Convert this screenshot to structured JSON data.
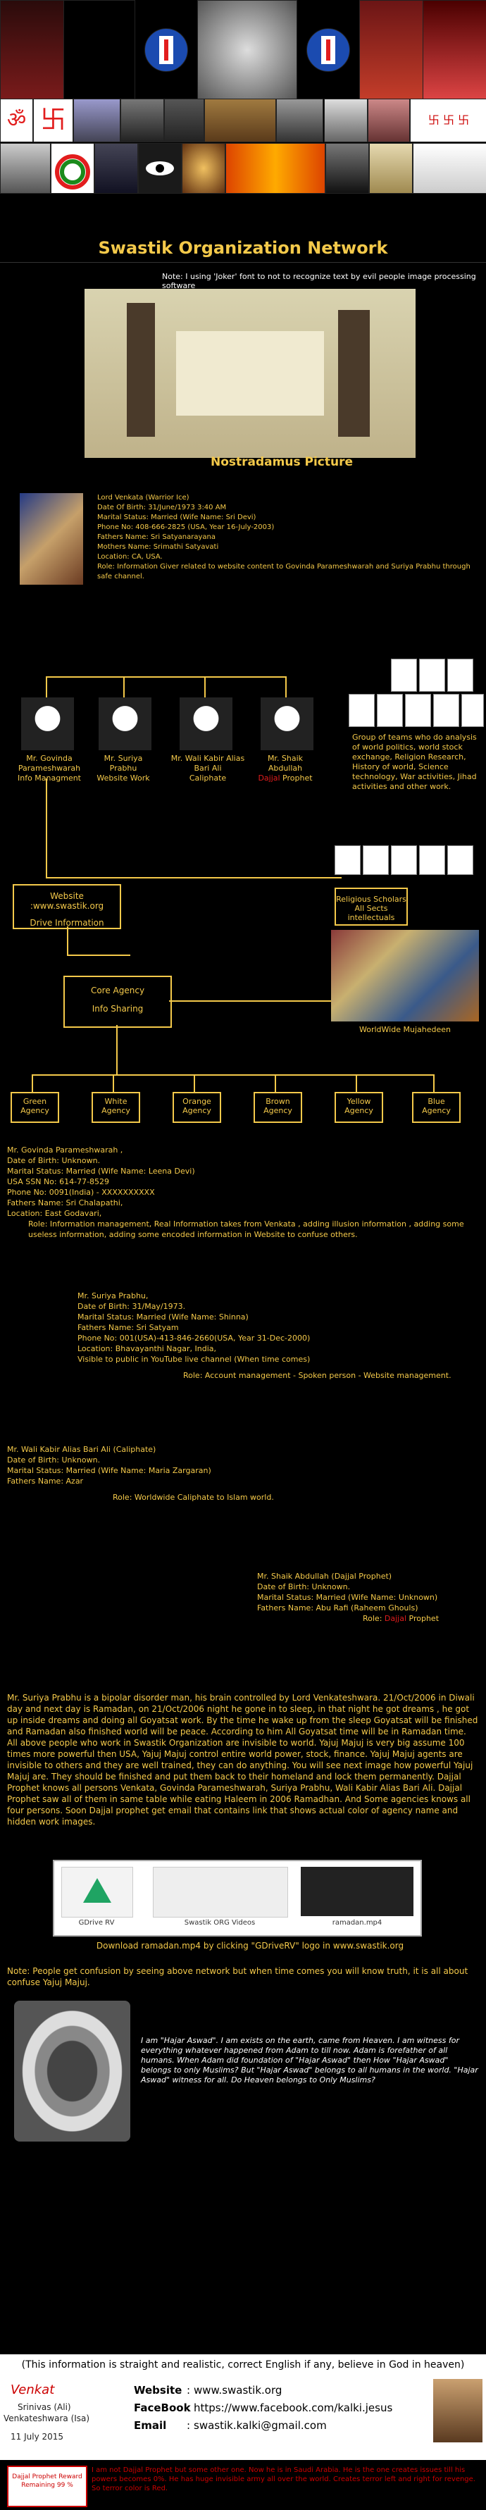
{
  "title": "Swastik Organization Network",
  "note_top": "Note: I using 'Joker' font to not to recognize text by evil people image processing software",
  "nostradamus_title": "Nostradamus  Picture",
  "lord": {
    "lines": [
      "Lord Venkata (Warrior Ice)",
      "Date Of Birth: 31/June/1973 3:40 AM",
      "Marital Status: Married (Wife Name: Sri Devi)",
      "Phone No: 408-666-2825 (USA, Year 16-July-2003)",
      "Fathers Name: Sri Satyanarayana",
      "Mothers Name: Srimathi Satyavati",
      "Location: CA, USA.",
      "Role: Information Giver related to website content to Govinda Parameshwarah and Suriya Prabhu through safe channel."
    ]
  },
  "team": [
    {
      "name": "Mr. Govinda Parameshwarah",
      "role": "Info Managment"
    },
    {
      "name": "Mr. Suriya Prabhu",
      "role": "Website Work"
    },
    {
      "name": "Mr. Wali Kabir Alias Bari Ali",
      "role": "Caliphate"
    },
    {
      "name": "Mr. Shaik Abdullah",
      "role_prefix": "",
      "role_red": "Dajjal",
      "role_suffix": " Prophet"
    }
  ],
  "group_text": "Group of teams who do analysis of world politics, world stock exchange, Religion Research, History of world, Science technology, War activities, Jihad activities and other work.",
  "website_box": {
    "line1": "Website :www.swastik.org",
    "line2": "Drive Information"
  },
  "religious_box": "Religious Scholars  All Sects intellectuals",
  "core_box": {
    "line1": "Core Agency",
    "line2": "Info Sharing"
  },
  "mujahedeen_label": "WorldWide Mujahedeen",
  "agencies": [
    {
      "line1": "Green",
      "line2": "Agency"
    },
    {
      "line1": "White",
      "line2": "Agency"
    },
    {
      "line1": "Orange",
      "line2": "Agency"
    },
    {
      "line1": "Brown",
      "line2": "Agency"
    },
    {
      "line1": "Yellow",
      "line2": "Agency"
    },
    {
      "line1": "Blue",
      "line2": "Agency"
    }
  ],
  "govinda": {
    "lines": [
      "Mr. Govinda Parameshwarah ,",
      "Date of Birth: Unknown.",
      "Marital Status: Married (Wife Name: Leena Devi)",
      "USA SSN No: 614-77-8529",
      "Phone No: 0091(India) -  XXXXXXXXXX",
      "Fathers Name: Sri Chalapathi,",
      "Location: East Godavari,"
    ],
    "role": "Role: Information management, Real Information takes from Venkata , adding illusion information , adding some useless information, adding some encoded  information in Website to confuse others."
  },
  "suriya": {
    "lines": [
      "Mr. Suriya Prabhu,",
      "Date of Birth: 31/May/1973.",
      "Marital Status: Married (Wife Name: Shinna)",
      "Fathers Name: Sri Satyam",
      "Phone No: 001(USA)-413-846-2660(USA, Year 31-Dec-2000)",
      "Location: Bhavayanthi Nagar, India,",
      "Visible to public in YouTube live channel (When time comes)"
    ],
    "role": "Role: Account management - Spoken person - Website management."
  },
  "wali": {
    "lines": [
      "Mr. Wali Kabir Alias Bari Ali (Caliphate)",
      "Date of Birth: Unknown.",
      "Marital Status: Married (Wife Name: Maria Zargaran)",
      "Fathers Name: Azar"
    ],
    "role": "Role: Worldwide Caliphate to Islam world."
  },
  "shaik": {
    "lines": [
      "Mr. Shaik Abdullah (Dajjal Prophet)",
      "Date of Birth: Unknown.",
      "Marital Status: Married (Wife Name: Unknown)",
      "Fathers Name: Abu Rafi (Raheem Ghouls)"
    ],
    "role_pre": "Role: ",
    "role_red": "Dajjal",
    "role_post": " Prophet"
  },
  "story": "Mr. Suriya Prabhu is a bipolar disorder man, his brain controlled by Lord Venkateshwara. 21/Oct/2006 in Diwali day and next day is Ramadan, on 21/Oct/2006 night he gone in to sleep, in that night he got dreams , he got up inside dreams and doing all Goyatsat work. By the time he wake up from the sleep Goyatsat will be finished and Ramadan also finished world will be peace.  According to him All Goyatsat time will be in Ramadan time.  All above people who work in Swastik Organization are invisible to world. Yajuj Majuj is very big assume 100 times more powerful then USA, Yajuj Majuj control entire world power, stock, finance. Yajuj Majuj agents are invisible to others and they are well trained, they can do anything. You will see next image how powerful Yajuj Majuj are.  They should be finished and put them back to their homeland and lock them permanently. Dajjal Prophet knows all persons Venkata, Govinda Parameshwarah, Suriya Prabhu, Wali Kabir Alias Bari Ali. Dajjal Prophet saw all of them in same table while eating Haleem in 2006 Ramadhan.  And Some agencies knows all four persons. Soon Dajjal prophet get email that contains link that shows actual color of agency name and hidden work images.",
  "drive": {
    "gdrive_label": "GDrive RV",
    "videos_label": "Swastik ORG Videos",
    "file_label": "ramadan.mp4"
  },
  "download_text": "Download ramadan.mp4 by clicking \"GDriveRV\" logo in www.swastik.org",
  "note_bottom": "Note: People get confusion by seeing above network but when time comes you will know truth, it is all about confuse Yajuj Majuj.",
  "hajar": "I am \"Hajar Aswad\". I am exists on the earth, came from Heaven. I am witness for everything whatever happened from Adam to till now. Adam is forefather of all humans. When Adam did foundation of \"Hajar Aswad\" then How \"Hajar Aswad\" belongs to only Muslims? But \"Hajar Aswad\" belongs to all humans in the world. \"Hajar Aswad\" witness for all. Do Heaven belongs to Only Muslims?",
  "straight": "(This information is straight and realistic, correct English if any, believe in God in heaven)",
  "footer": {
    "signature": "Venkat",
    "name": "Srinivas (Ali)",
    "name2": "Venkateshwara (Isa)",
    "date": "11  July  2015",
    "website_label": "Website",
    "website_value": "www.swastik.org",
    "facebook_label": "FaceBook",
    "facebook_value": "https://www.facebook.com/kalki.jesus",
    "email_label": "Email",
    "email_value": "swastik.kalki@gmail.com",
    "stamp_text": "Dajjal Prophet Reward Remaining 99 %",
    "bottom_line": "I am not Dajjal Prophet but some other one. Now he is in Saudi Arabia. He is the one creates issues till his powers becomes 0%. He has huge invisible army all over the world. Creates terror left and right for revenge. So terror color is Red."
  },
  "colors": {
    "gold": "#f4c94a",
    "red": "#e21d1d",
    "bg": "#000000"
  },
  "icons": [
    "trident-icon",
    "om-icon",
    "swastik-icon",
    "rainbow-icon",
    "eye-icon",
    "spiral-icon",
    "gdrive-icon",
    "video-icon",
    "hajar-aswad-icon"
  ]
}
